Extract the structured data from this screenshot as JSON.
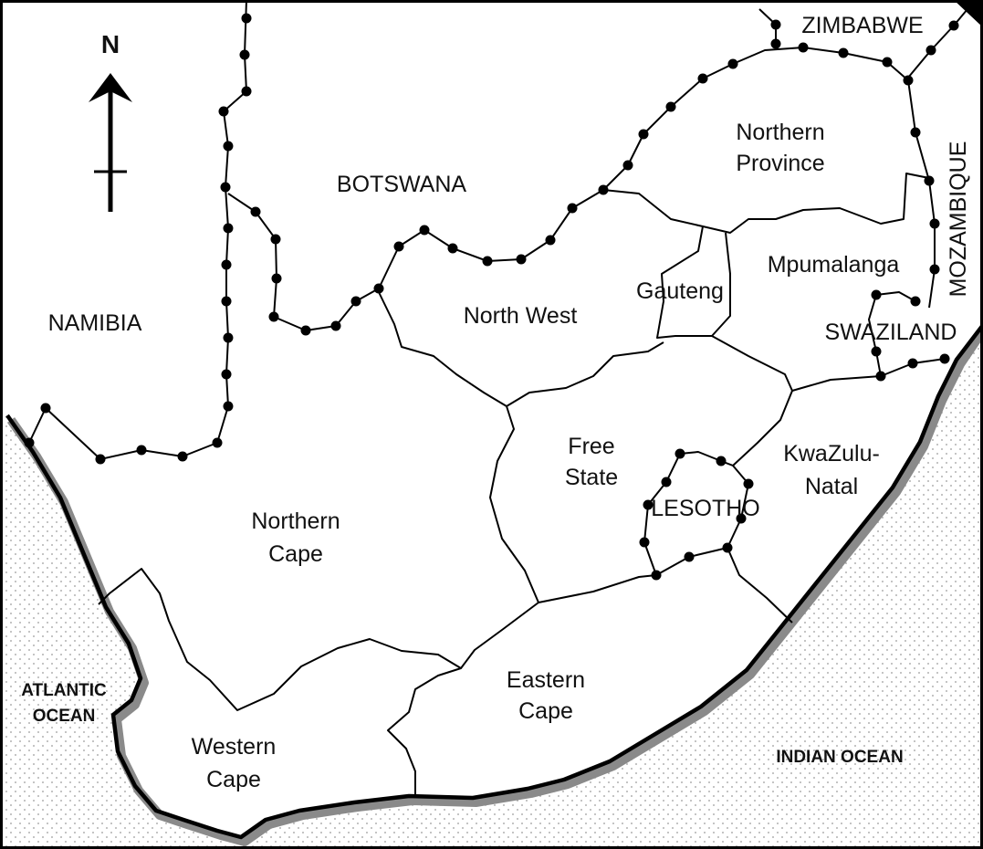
{
  "countries": {
    "namibia": "NAMIBIA",
    "botswana": "BOTSWANA",
    "zimbabwe": "ZIMBABWE",
    "mozambique": "MOZAMBIQUE",
    "swaziland": "SWAZILAND",
    "lesotho": "LESOTHO"
  },
  "provinces": {
    "northern_province_1": "Northern",
    "northern_province_2": "Province",
    "north_west": "North West",
    "gauteng": "Gauteng",
    "mpumalanga": "Mpumalanga",
    "free_state_1": "Free",
    "free_state_2": "State",
    "kwazulu_natal_1": "KwaZulu-",
    "kwazulu_natal_2": "Natal",
    "northern_cape_1": "Northern",
    "northern_cape_2": "Cape",
    "eastern_cape_1": "Eastern",
    "eastern_cape_2": "Cape",
    "western_cape_1": "Western",
    "western_cape_2": "Cape"
  },
  "oceans": {
    "atlantic_1": "ATLANTIC",
    "atlantic_2": "OCEAN",
    "indian": "INDIAN OCEAN"
  },
  "compass": {
    "north": "N"
  },
  "colors": {
    "ink": "#000000",
    "sea_dots": "#9a9a9a",
    "coast_shadow": "#8a8a8a",
    "land": "#ffffff"
  },
  "legend_symbols": {
    "international_border": "dotted-line",
    "provincial_border": "solid-line"
  }
}
